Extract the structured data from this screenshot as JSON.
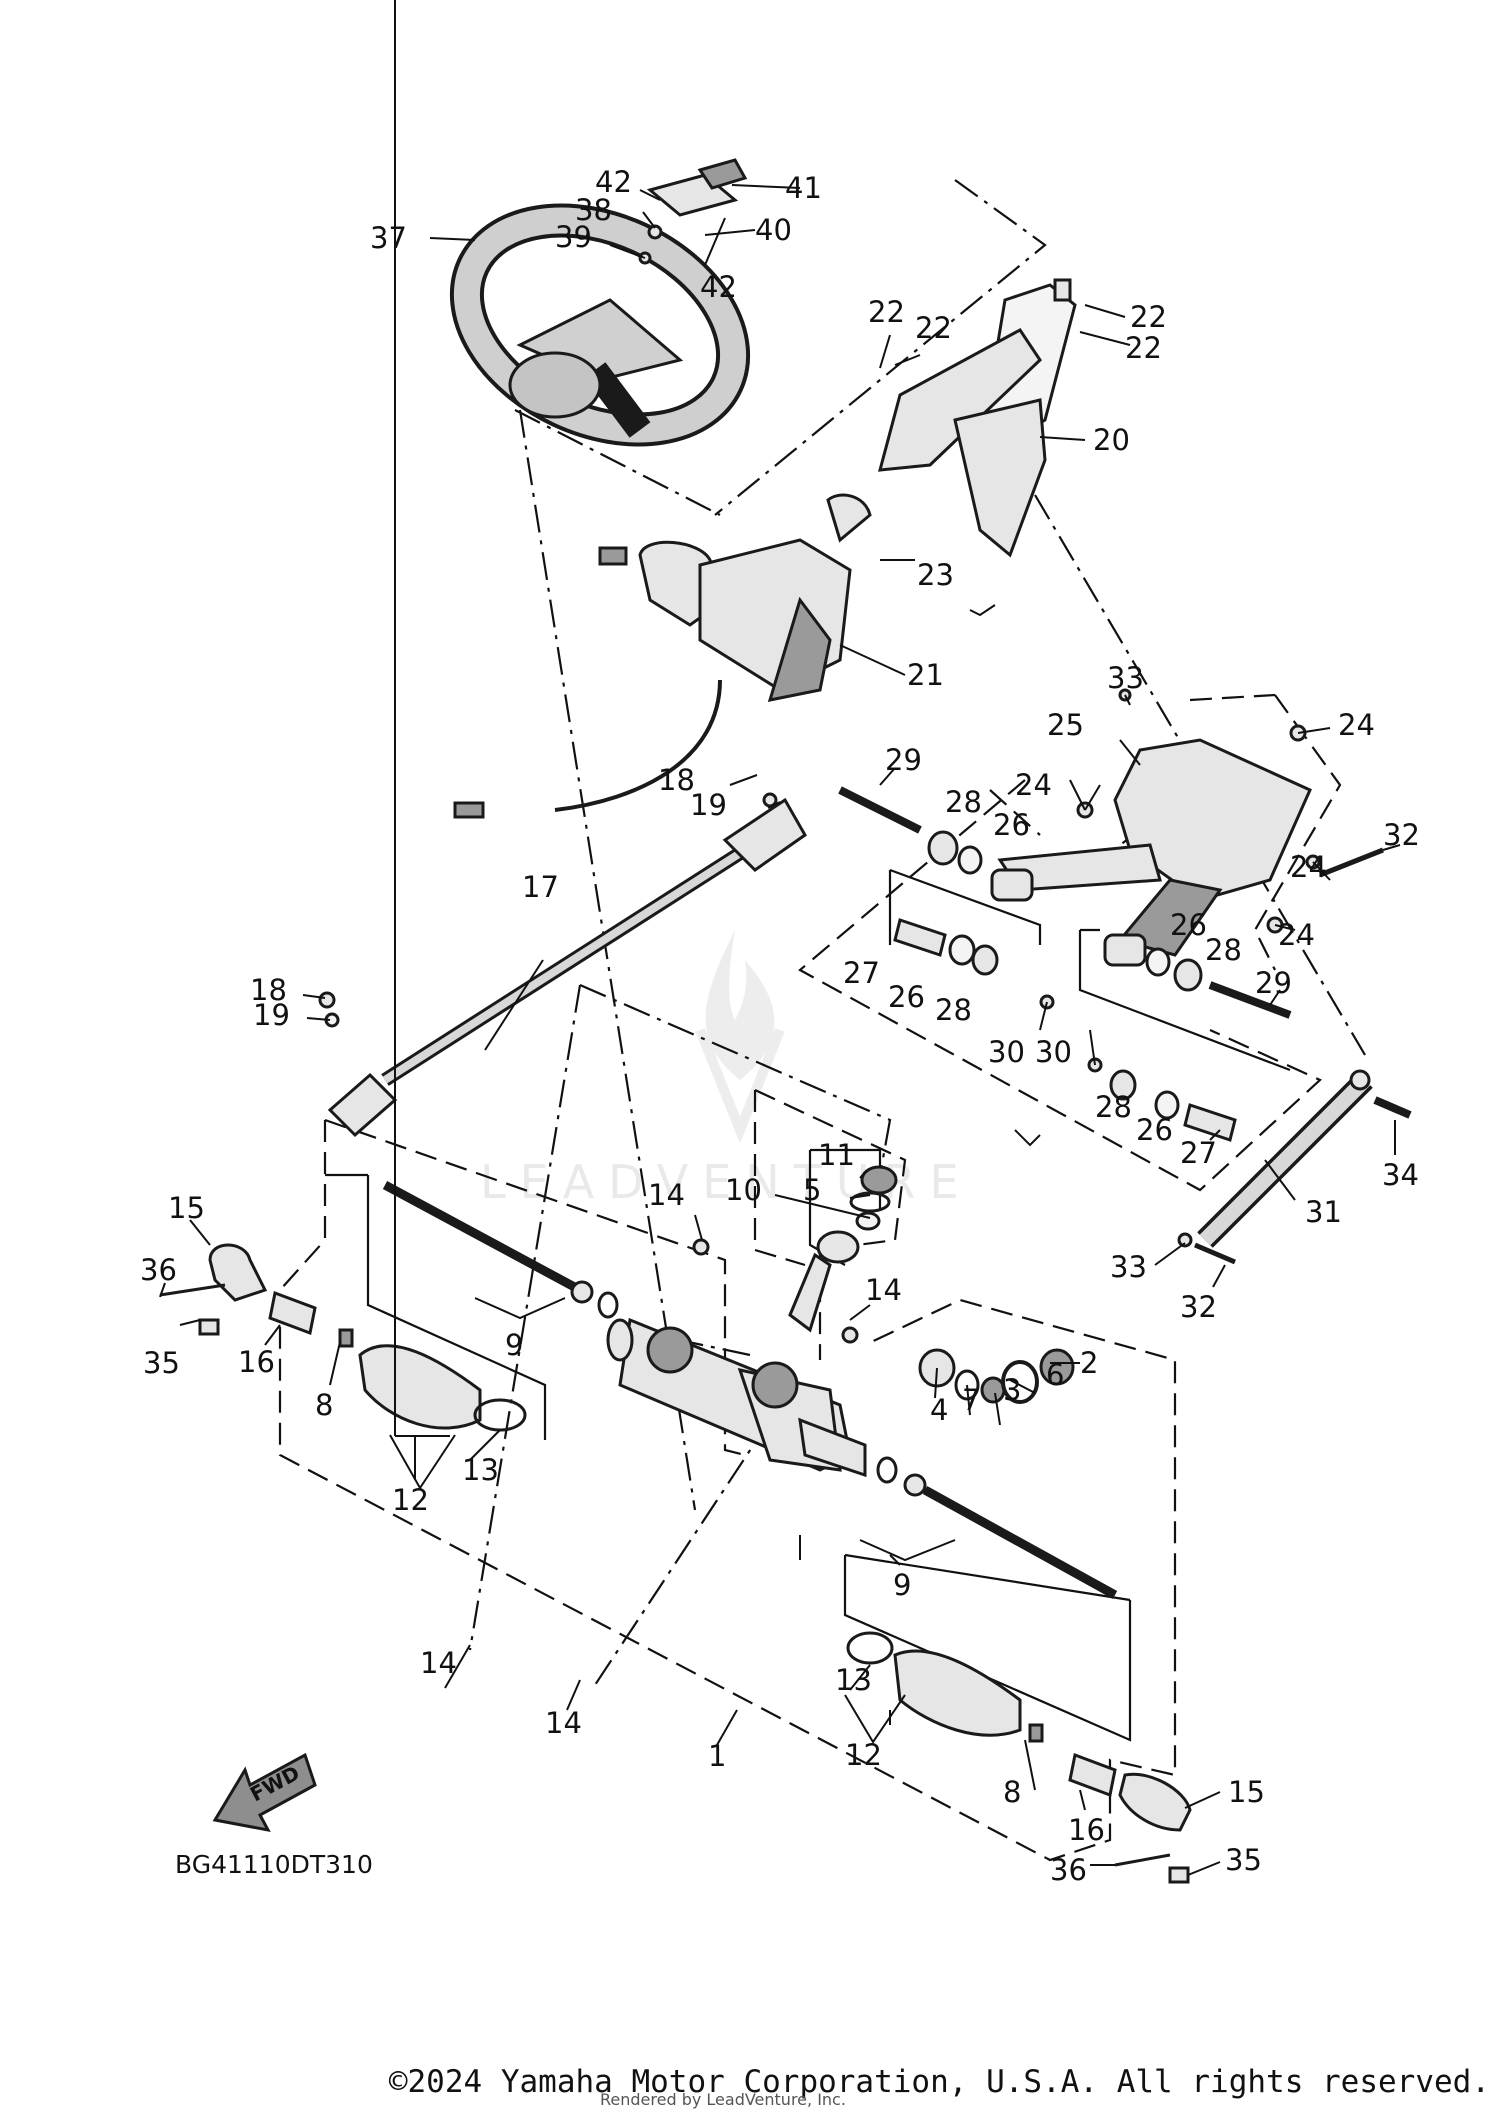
{
  "diagram": {
    "diagram_code": "BG41110DT310",
    "fwd_label": "FWD",
    "watermark_text": "LEADVENTURE",
    "callouts": {
      "c1": "1",
      "c2": "2",
      "c3": "3",
      "c4": "4",
      "c5": "5",
      "c6": "6",
      "c7": "7",
      "c8a": "8",
      "c8b": "8",
      "c9a": "9",
      "c9b": "9",
      "c10": "10",
      "c11": "11",
      "c12a": "12",
      "c12b": "12",
      "c13a": "13",
      "c13b": "13",
      "c14a": "14",
      "c14b": "14",
      "c14c": "14",
      "c14d": "14",
      "c15a": "15",
      "c15b": "15",
      "c16a": "16",
      "c16b": "16",
      "c17": "17",
      "c18a": "18",
      "c18b": "18",
      "c19a": "19",
      "c19b": "19",
      "c20": "20",
      "c21": "21",
      "c22a": "22",
      "c22b": "22",
      "c22c": "22",
      "c22d": "22",
      "c23": "23",
      "c24a": "24",
      "c24b": "24",
      "c24c": "24",
      "c24d": "24",
      "c25": "25",
      "c26a": "26",
      "c26b": "26",
      "c26c": "26",
      "c26d": "26",
      "c27a": "27",
      "c27b": "27",
      "c28a": "28",
      "c28b": "28",
      "c28c": "28",
      "c28d": "28",
      "c29a": "29",
      "c29b": "29",
      "c30a": "30",
      "c30b": "30",
      "c31": "31",
      "c32a": "32",
      "c32b": "32",
      "c33a": "33",
      "c33b": "33",
      "c34": "34",
      "c35a": "35",
      "c35b": "35",
      "c36a": "36",
      "c36b": "36",
      "c37": "37",
      "c38": "38",
      "c39": "39",
      "c40": "40",
      "c41": "41",
      "c42a": "42",
      "c42b": "42"
    }
  },
  "footer": {
    "copyright": "©2024 Yamaha Motor Corporation, U.S.A. All rights reserved.",
    "rendered_by": "Rendered by LeadVenture, Inc."
  }
}
